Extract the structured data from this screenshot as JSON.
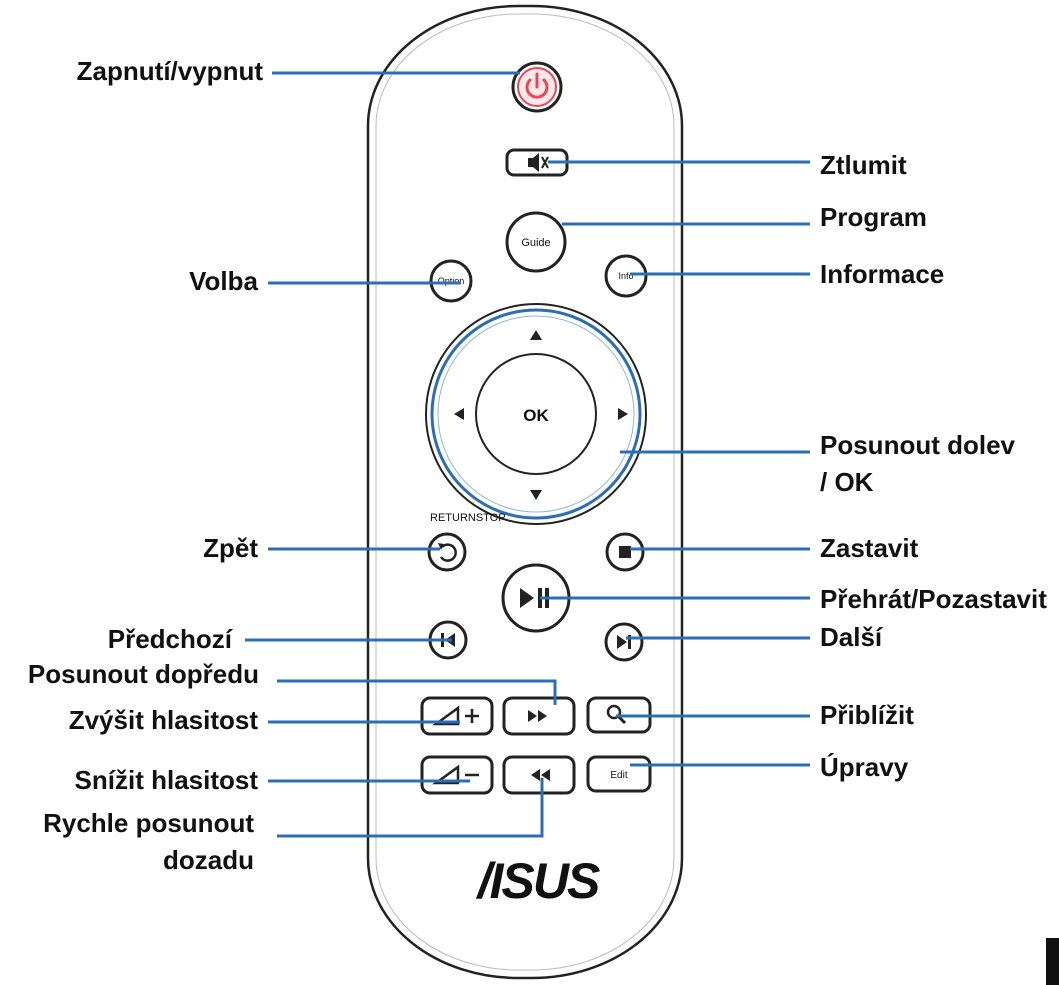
{
  "brand": "/ISUS",
  "remote": {
    "guide": "Guide",
    "option": "Option",
    "info": "Info",
    "ok": "OK",
    "return_stop": "RETURNSTOP",
    "edit": "Edit"
  },
  "labels": {
    "power": "Zapnutí/vypnut",
    "mute": "Ztlumit",
    "program": "Program",
    "volba": "Volba",
    "informace": "Informace",
    "nav_line1": "Posunout dolev",
    "nav_line2": "/ OK",
    "zpet": "Zpět",
    "zastavit": "Zastavit",
    "play_pause": "Přehrát/Pozastavit",
    "predchozi": "Předchozí",
    "dalsi": "Další",
    "forward": "Posunout dopředu",
    "vol_up": "Zvýšit hlasitost",
    "zoom": "Přiblížit",
    "vol_down": "Snížit hlasitost",
    "edit_label": "Úpravy",
    "rewind_line1": "Rychle posunout",
    "rewind_line2": "dozadu"
  },
  "colors": {
    "callout_line": "#2a6fb5",
    "power_ring": "#e8475a",
    "outline": "#222222"
  }
}
